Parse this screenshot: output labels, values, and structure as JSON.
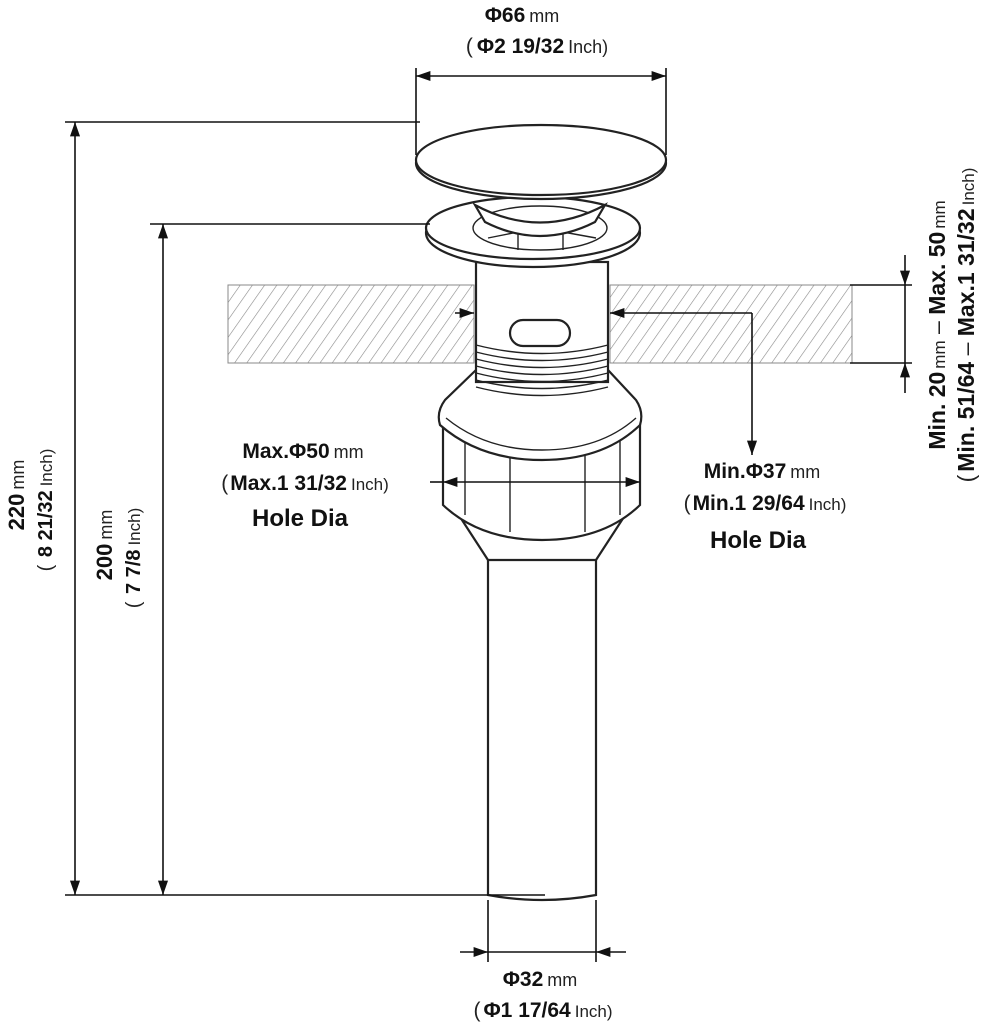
{
  "top_diameter": {
    "line1_bold": "Φ66",
    "line1_unit": "mm",
    "line2_open": "(",
    "line2_bold": "Φ2  19/32",
    "line2_unit": "Inch)"
  },
  "total_height": {
    "line1_bold": "220",
    "line1_unit": "mm",
    "line2_open": "(",
    "line2_bold": " 8 21/32",
    "line2_unit": "Inch)"
  },
  "body_height": {
    "line1_bold": "200",
    "line1_unit": "mm",
    "line2_open": "(",
    "line2_bold": " 7 7/8",
    "line2_unit": "Inch)"
  },
  "max_hole": {
    "line1_bold": "Max.Φ50",
    "line1_unit": "mm",
    "line2_open": "(",
    "line2_bold": "Max.1  31/32",
    "line2_unit": "Inch)",
    "line3": "Hole Dia"
  },
  "min_hole": {
    "line1_bold": "Min.Φ37",
    "line1_unit": "mm",
    "line2_open": "(",
    "line2_bold": "Min.1  29/64",
    "line2_unit": "Inch)",
    "line3": "Hole Dia"
  },
  "thickness": {
    "line1_min": "Min. 20",
    "line1_unit1": "mm",
    "line1_dash": " – ",
    "line1_max": "Max. 50",
    "line1_unit2": "mm",
    "line2_open": "(",
    "line2_min": "Min. 51/64",
    "line2_dash": " – ",
    "line2_max": "Max.1  31/32",
    "line2_unit": "Inch)"
  },
  "tail_diameter": {
    "line1_bold": "Φ32",
    "line1_unit": "mm",
    "line2_open": "(",
    "line2_bold": "Φ1  17/64",
    "line2_unit": "Inch)"
  }
}
